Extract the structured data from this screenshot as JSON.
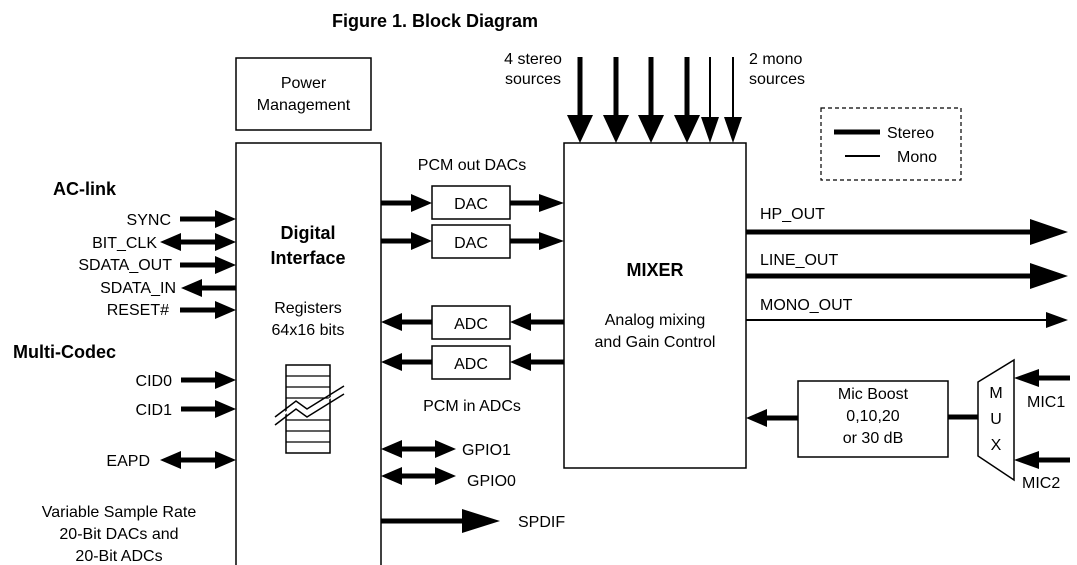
{
  "title": "Figure 1.  Block Diagram",
  "blocks": {
    "power_mgmt": [
      "Power",
      "Management"
    ],
    "digital_interface": [
      "Digital",
      "Interface"
    ],
    "registers": [
      "Registers",
      "64x16 bits"
    ],
    "mixer": "MIXER",
    "mixer_desc": [
      "Analog mixing",
      "and Gain Control"
    ],
    "dac": "DAC",
    "adc": "ADC",
    "mic_boost": [
      "Mic Boost",
      "0,10,20",
      "or 30 dB"
    ],
    "mux": [
      "M",
      "U",
      "X"
    ]
  },
  "labels": {
    "ac_link": "AC-link",
    "sync": "SYNC",
    "bit_clk": "BIT_CLK",
    "sdata_out": "SDATA_OUT",
    "sdata_in": "SDATA_IN",
    "reset": "RESET#",
    "multi_codec": "Multi-Codec",
    "cid0": "CID0",
    "cid1": "CID1",
    "eapd": "EAPD",
    "vsr": [
      "Variable Sample Rate",
      "20-Bit DACs and",
      "20-Bit ADCs"
    ],
    "stereo_sources": [
      "4 stereo",
      "sources"
    ],
    "mono_sources": [
      "2 mono",
      "sources"
    ],
    "pcm_out": "PCM out DACs",
    "pcm_in": "PCM in ADCs",
    "hp_out": "HP_OUT",
    "line_out": "LINE_OUT",
    "mono_out": "MONO_OUT",
    "gpio1": "GPIO1",
    "gpio0": "GPIO0",
    "spdif": "SPDIF",
    "mic1": "MIC1",
    "mic2": "MIC2"
  },
  "legend": {
    "stereo": "Stereo",
    "mono": "Mono"
  }
}
